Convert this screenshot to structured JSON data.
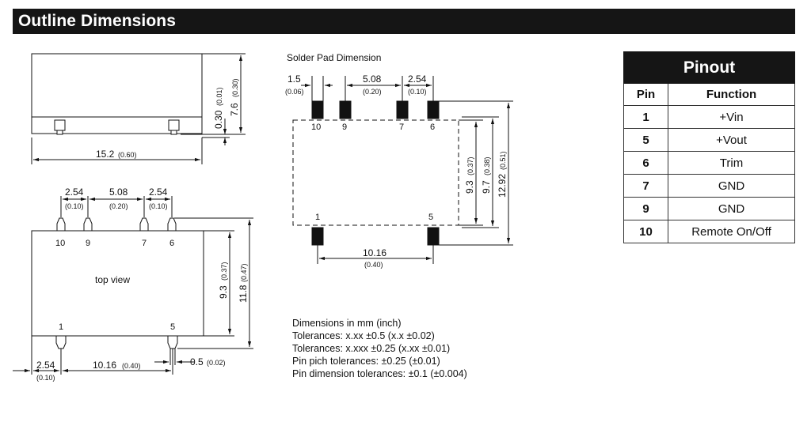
{
  "header": {
    "title": "Outline Dimensions"
  },
  "side_view": {
    "height_dim": "7.6",
    "height_inch": "(0.30)",
    "offset_dim": "0.30",
    "offset_inch": "(0.01)",
    "width_dim": "15.2",
    "width_inch": "(0.60)"
  },
  "top_view": {
    "label": "top view",
    "pitch_1": "2.54",
    "pitch_1_inch": "(0.10)",
    "pitch_2": "5.08",
    "pitch_2_inch": "(0.20)",
    "pitch_3": "2.54",
    "pitch_3_inch": "(0.10)",
    "pins_top": [
      "10",
      "9",
      "7",
      "6"
    ],
    "pins_bottom": [
      "1",
      "5"
    ],
    "inner_height": "9.3",
    "inner_height_inch": "(0.37)",
    "outer_height": "11.8",
    "outer_height_inch": "(0.47)",
    "edge_dim": "2.54",
    "edge_dim_inch": "(0.10)",
    "span_dim": "10.16",
    "span_dim_inch": "(0.40)",
    "pin_width": "0.5",
    "pin_width_inch": "(0.02)"
  },
  "solder_pad": {
    "title": "Solder Pad Dimension",
    "pad_width": "1.5",
    "pad_width_inch": "(0.06)",
    "pitch_mid": "5.08",
    "pitch_mid_inch": "(0.20)",
    "pitch_right": "2.54",
    "pitch_right_inch": "(0.10)",
    "pins_top": [
      "10",
      "9",
      "7",
      "6"
    ],
    "pins_bottom": [
      "1",
      "5"
    ],
    "h1": "9.3",
    "h1_inch": "(0.37)",
    "h2": "9.7",
    "h2_inch": "(0.38)",
    "h3": "12.92",
    "h3_inch": "(0.51)",
    "span": "10.16",
    "span_inch": "(0.40)"
  },
  "notes": [
    "Dimensions in mm (inch)",
    "Tolerances: x.xx ±0.5 (x.x ±0.02)",
    "Tolerances: x.xxx ±0.25 (x.xx ±0.01)",
    "Pin pich tolerances: ±0.25 (±0.01)",
    "Pin dimension tolerances: ±0.1 (±0.004)"
  ],
  "pinout": {
    "title": "Pinout",
    "col_pin": "Pin",
    "col_function": "Function",
    "rows": [
      {
        "pin": "1",
        "function": "+Vin"
      },
      {
        "pin": "5",
        "function": "+Vout"
      },
      {
        "pin": "6",
        "function": "Trim"
      },
      {
        "pin": "7",
        "function": "GND"
      },
      {
        "pin": "9",
        "function": "GND"
      },
      {
        "pin": "10",
        "function": "Remote On/Off"
      }
    ]
  }
}
